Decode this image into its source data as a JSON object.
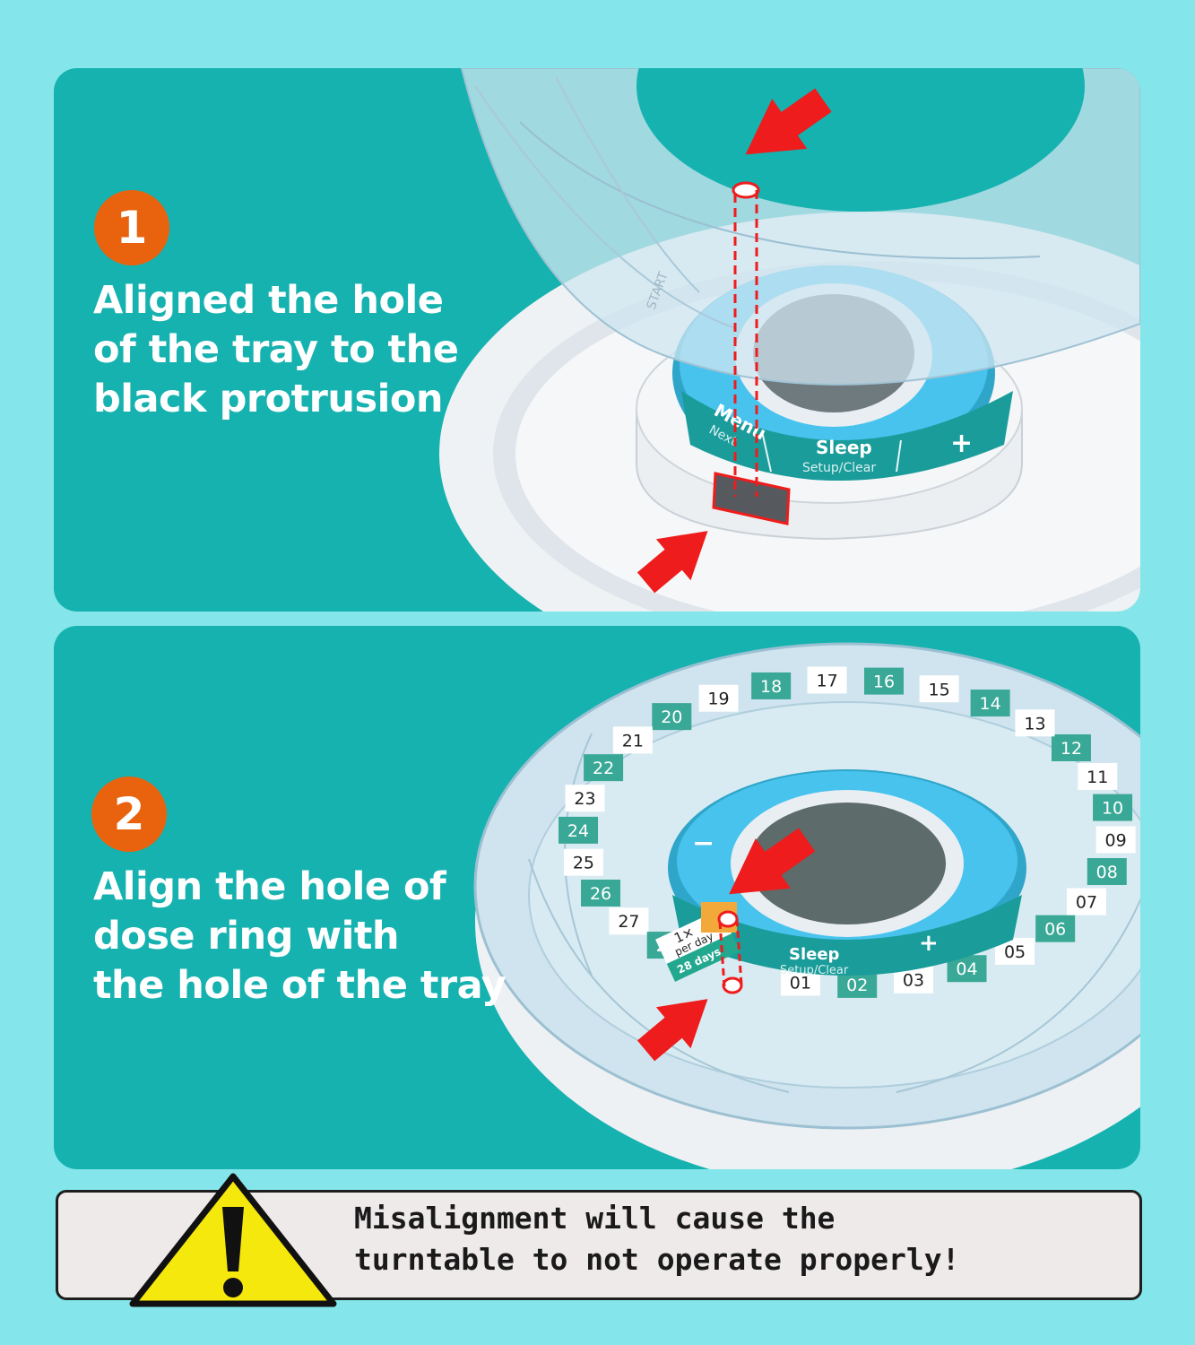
{
  "colors": {
    "page_bg": "#84e6ea",
    "panel_bg": "#16b2b0",
    "badge_orange": "#e9620d",
    "arrow_red": "#ee1c1c",
    "warning_yellow": "#f5e80c"
  },
  "steps": [
    {
      "number": "1",
      "lines": [
        "Aligned the hole",
        "of the tray to the",
        "black protrusion"
      ]
    },
    {
      "number": "2",
      "lines": [
        "Align the hole of",
        "dose ring with",
        "the hole of the tray"
      ]
    }
  ],
  "device": {
    "button_menu": "Menu",
    "button_next": "Next",
    "button_sleep": "Sleep",
    "button_setup": "Setup/Clear",
    "button_plus": "+",
    "button_minus": "−",
    "tray_start": "START"
  },
  "dose_ring": {
    "days": [
      "01",
      "02",
      "03",
      "04",
      "05",
      "06",
      "07",
      "08",
      "09",
      "10",
      "11",
      "12",
      "13",
      "14",
      "15",
      "16",
      "17",
      "18",
      "19",
      "20",
      "21",
      "22",
      "23",
      "24",
      "25",
      "26",
      "27",
      "28"
    ],
    "tag_frequency": "1×",
    "tag_per_day": "per day",
    "tag_days": "28 days"
  },
  "warning": {
    "icon": "warning-triangle-icon",
    "line1": "Misalignment will cause the",
    "line2": "turntable to not operate properly!"
  }
}
